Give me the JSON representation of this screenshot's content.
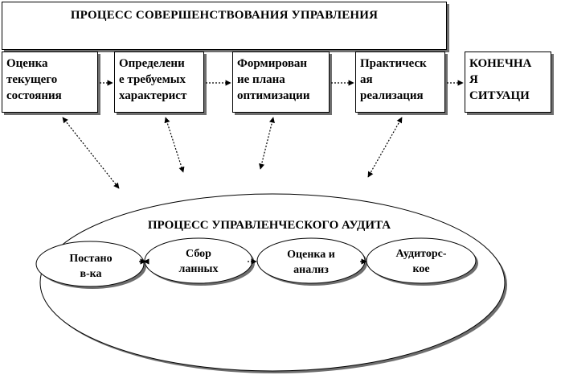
{
  "diagram": {
    "title": "ПРОЦЕСС СОВЕРШЕНСТВОВАНИЯ УПРАВЛЕНИЯ",
    "steps": [
      {
        "label": "Оценка\nтекущего\nсостояния"
      },
      {
        "label": "Определени\nе требуемых\nхарактерист"
      },
      {
        "label": "Формирован\nие плана\nоптимизации"
      },
      {
        "label": "Практическ\nая\nреализация"
      },
      {
        "label": "КОНЕЧНА\nЯ\nСИТУАЦИ"
      }
    ],
    "audit": {
      "title": "ПРОЦЕСС УПРАВЛЕНЧЕСКОГО АУДИТА",
      "phases": [
        {
          "label": "Постано\nв-ка"
        },
        {
          "label": "Сбор\nланных"
        },
        {
          "label": "Оценка и\nанализ"
        },
        {
          "label": "Аудиторс-\nкое"
        }
      ]
    }
  }
}
